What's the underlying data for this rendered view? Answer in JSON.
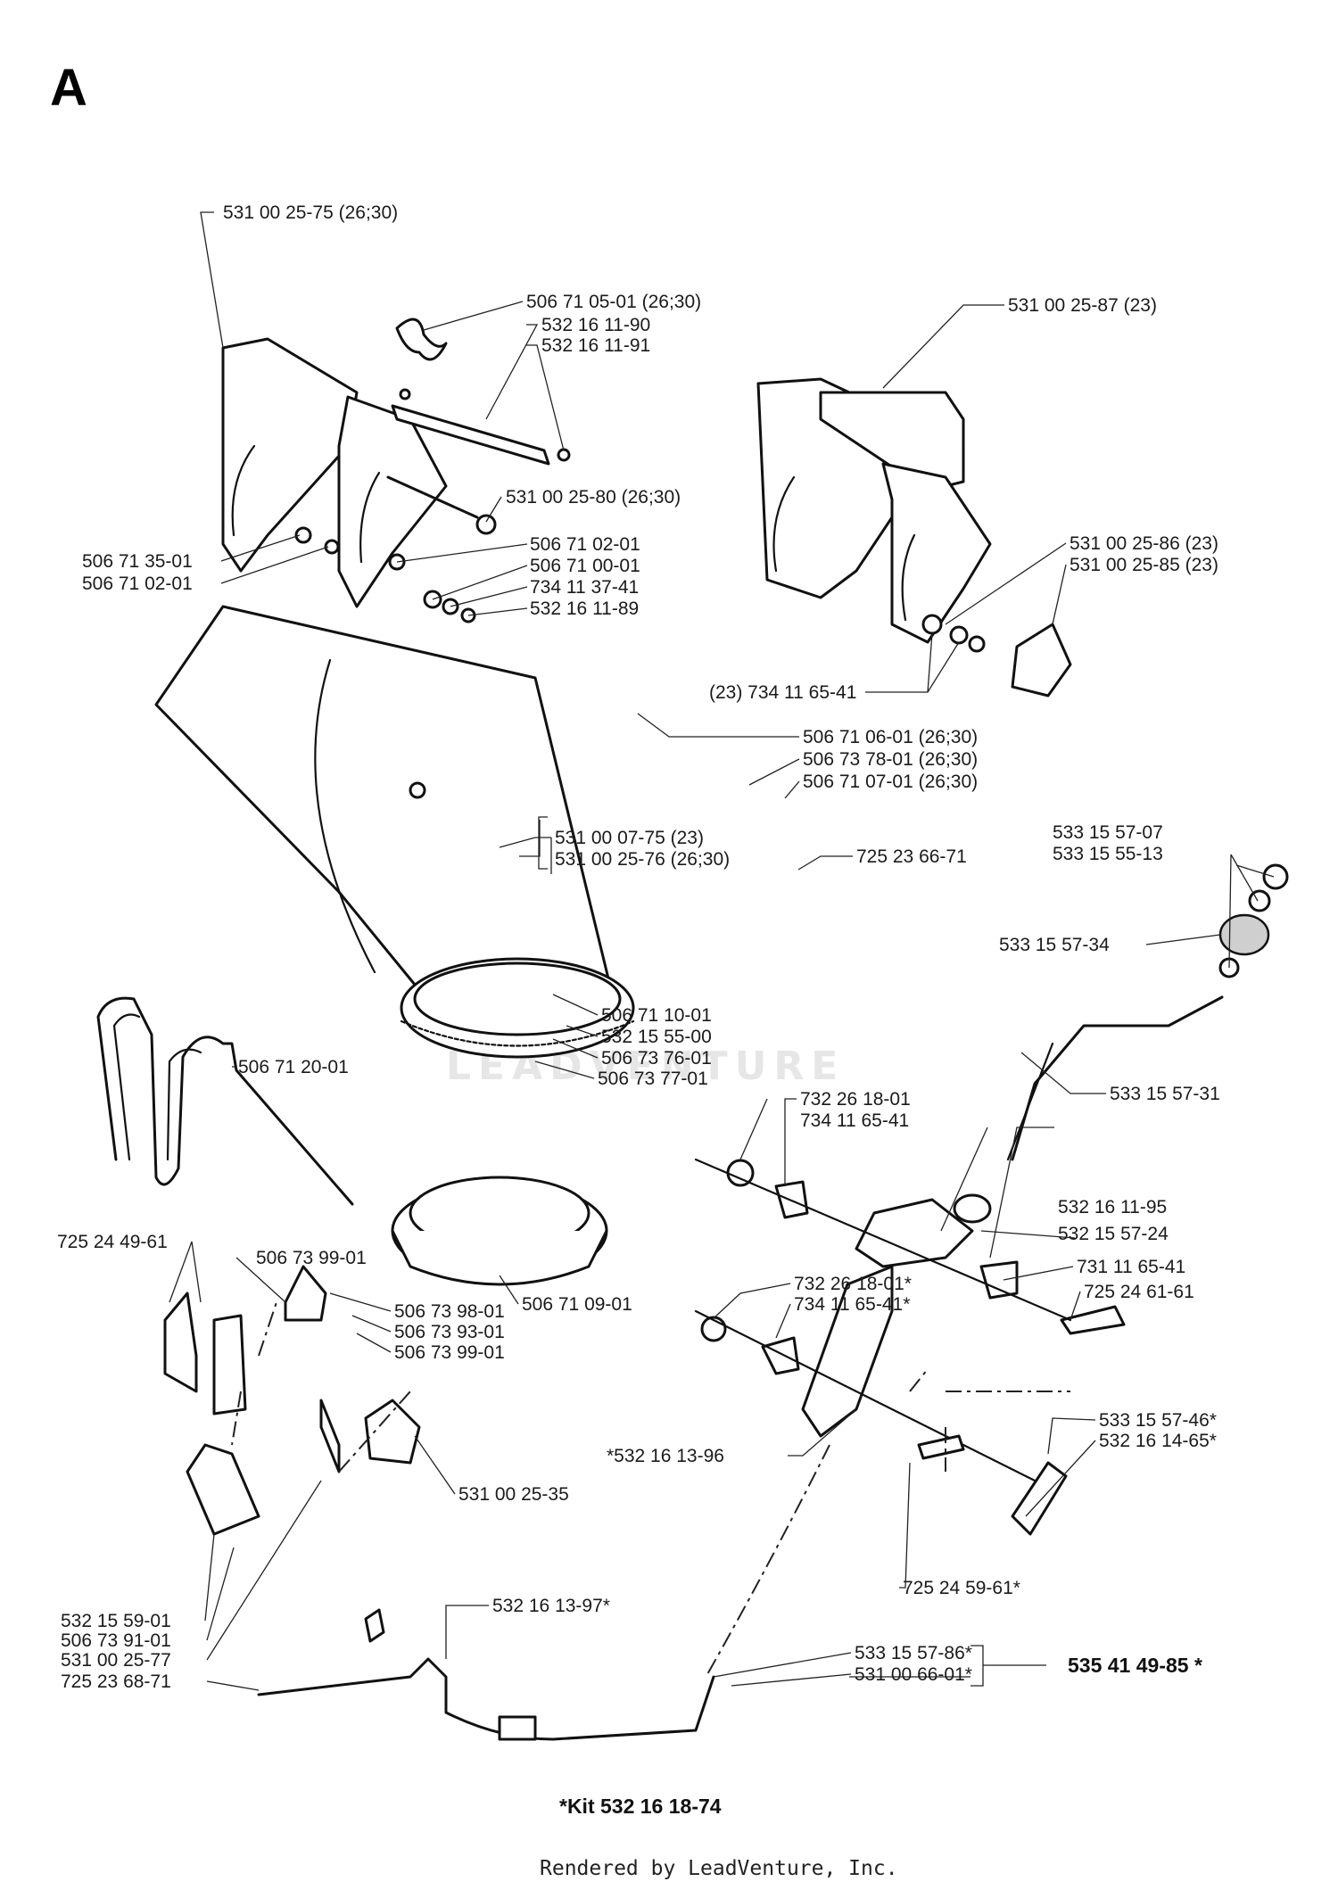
{
  "section": "A",
  "watermark": "LEADVENTURE",
  "kit_note": "*Kit 532 16 18-74",
  "footer": "Rendered by LeadVenture, Inc.",
  "kit_total": "535 41 49-85 *",
  "labels": [
    "531 00 25-75 (26;30)",
    "506 71 05-01 (26;30)",
    "532 16 11-90",
    "532 16 11-91",
    "531 00 25-80 (26;30)",
    "506 71 35-01",
    "506 71 02-01",
    "506 71 02-01",
    "506 71 00-01",
    "734 11 37-41",
    "532 16 11-89",
    "531 00 25-87 (23)",
    "531 00 25-86 (23)",
    "531 00 25-85 (23)",
    "(23) 734 11 65-41",
    "506 71 06-01 (26;30)",
    "506 73 78-01 (26;30)",
    "506 71 07-01 (26;30)",
    "531 00 07-75 (23)",
    "531 00 25-76 (26;30)",
    "725 23 66-71",
    "533 15 57-07",
    "533 15 55-13",
    "533 15 57-34",
    "506 71 10-01",
    "532 15 55-00",
    "506 73 76-01",
    "506 73 77-01",
    "506 71 20-01",
    "533 15 57-31",
    "732 26 18-01",
    "734 11 65-41",
    "532 16 11-95",
    "532 15 57-24",
    "725 24 49-61",
    "506 73 99-01",
    "731 11 65-41",
    "725 24 61-61",
    "732 26 18-01*",
    "734 11 65-41*",
    "506 71 09-01",
    "506 73 98-01",
    "506 73 93-01",
    "506 73 99-01",
    "533 15 57-46*",
    "532 16 14-65*",
    "*532 16 13-96",
    "531 00 25-35",
    "725 24 59-61*",
    "532 16 13-97*",
    "533 15 57-86*",
    "531 00 66-01*",
    "532 15 59-01",
    "506 73 91-01",
    "531 00 25-77",
    "725 23 68-71"
  ]
}
